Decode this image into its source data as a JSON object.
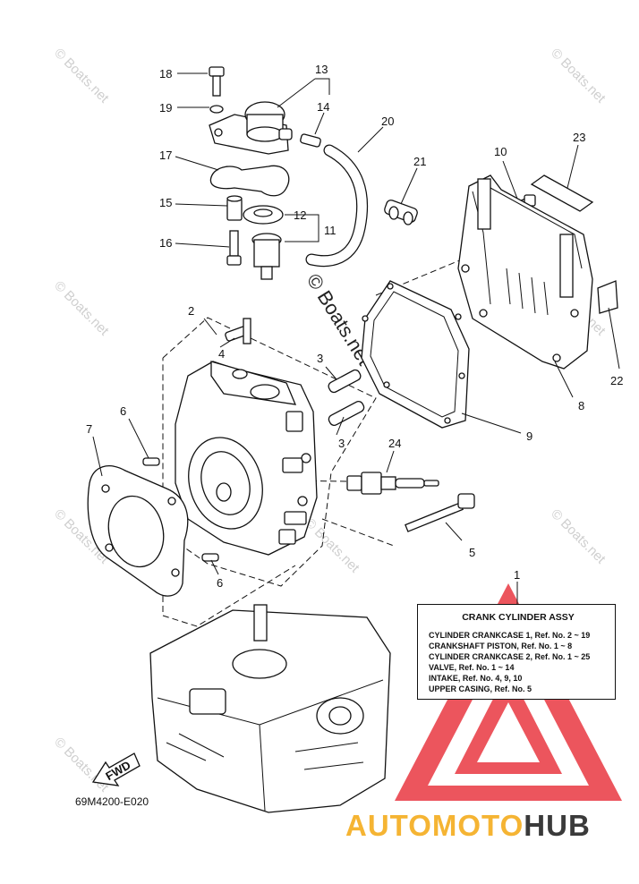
{
  "callouts": [
    {
      "id": "18",
      "text": "18"
    },
    {
      "id": "19",
      "text": "19"
    },
    {
      "id": "13",
      "text": "13"
    },
    {
      "id": "14",
      "text": "14"
    },
    {
      "id": "20",
      "text": "20"
    },
    {
      "id": "17",
      "text": "17"
    },
    {
      "id": "21",
      "text": "21"
    },
    {
      "id": "10",
      "text": "10"
    },
    {
      "id": "23",
      "text": "23"
    },
    {
      "id": "15",
      "text": "15"
    },
    {
      "id": "12",
      "text": "12"
    },
    {
      "id": "11",
      "text": "11"
    },
    {
      "id": "16",
      "text": "16"
    },
    {
      "id": "2",
      "text": "2"
    },
    {
      "id": "4",
      "text": "4"
    },
    {
      "id": "3a",
      "text": "3"
    },
    {
      "id": "3b",
      "text": "3"
    },
    {
      "id": "22",
      "text": "22"
    },
    {
      "id": "8",
      "text": "8"
    },
    {
      "id": "6a",
      "text": "6"
    },
    {
      "id": "7",
      "text": "7"
    },
    {
      "id": "9",
      "text": "9"
    },
    {
      "id": "24",
      "text": "24"
    },
    {
      "id": "5",
      "text": "5"
    },
    {
      "id": "6b",
      "text": "6"
    },
    {
      "id": "1",
      "text": "1"
    }
  ],
  "reference_box": {
    "title": "CRANK CYLINDER ASSY",
    "lines": [
      "CYLINDER CRANKCASE 1,  Ref. No. 2 ~ 19",
      "CRANKSHAFT PISTON,  Ref. No. 1 ~ 8",
      "CYLINDER CRANKCASE 2,  Ref. No. 1 ~ 25",
      "VALVE,  Ref. No. 1 ~ 14",
      "INTAKE,  Ref. No. 4, 9, 10",
      "UPPER CASING,  Ref. No. 5"
    ]
  },
  "fwd_label": "FWD",
  "diagram_code": "69M4200-E020",
  "watermark": "© Boats.net",
  "brand": {
    "part1": "AUTOMOTO",
    "part2": "HUB"
  },
  "colors": {
    "brand_orange": "#f5b433",
    "brand_dark": "#3a3a3a",
    "logo_red": "#e8303a",
    "watermark": "#cfcfcf"
  }
}
